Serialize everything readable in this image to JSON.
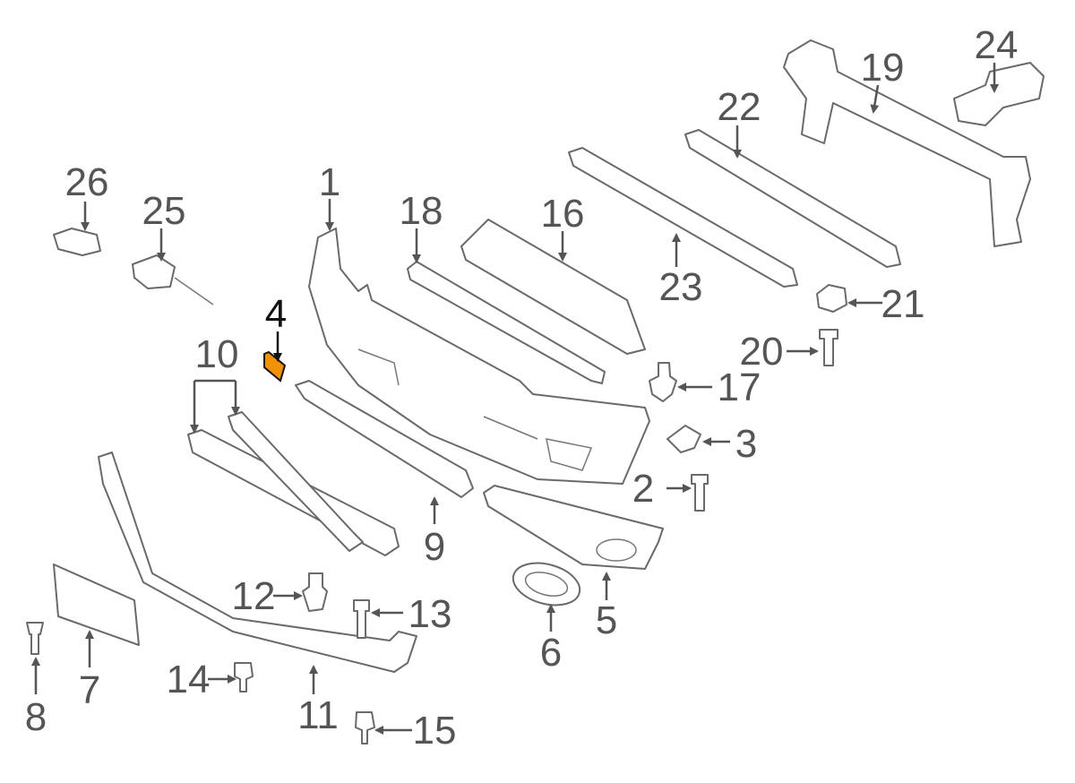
{
  "diagram": {
    "title": "Front bumper parts diagram",
    "highlight_color": "#F39200",
    "callouts": [
      {
        "id": "1",
        "label": "1"
      },
      {
        "id": "2",
        "label": "2"
      },
      {
        "id": "3",
        "label": "3"
      },
      {
        "id": "4",
        "label": "4",
        "highlighted": true
      },
      {
        "id": "5",
        "label": "5"
      },
      {
        "id": "6",
        "label": "6"
      },
      {
        "id": "7",
        "label": "7"
      },
      {
        "id": "8",
        "label": "8"
      },
      {
        "id": "9",
        "label": "9"
      },
      {
        "id": "10",
        "label": "10"
      },
      {
        "id": "11",
        "label": "11"
      },
      {
        "id": "12",
        "label": "12"
      },
      {
        "id": "13",
        "label": "13"
      },
      {
        "id": "14",
        "label": "14"
      },
      {
        "id": "15",
        "label": "15"
      },
      {
        "id": "16",
        "label": "16"
      },
      {
        "id": "17",
        "label": "17"
      },
      {
        "id": "18",
        "label": "18"
      },
      {
        "id": "19",
        "label": "19"
      },
      {
        "id": "20",
        "label": "20"
      },
      {
        "id": "21",
        "label": "21"
      },
      {
        "id": "22",
        "label": "22"
      },
      {
        "id": "23",
        "label": "23"
      },
      {
        "id": "24",
        "label": "24"
      },
      {
        "id": "25",
        "label": "25"
      },
      {
        "id": "26",
        "label": "26"
      }
    ]
  }
}
